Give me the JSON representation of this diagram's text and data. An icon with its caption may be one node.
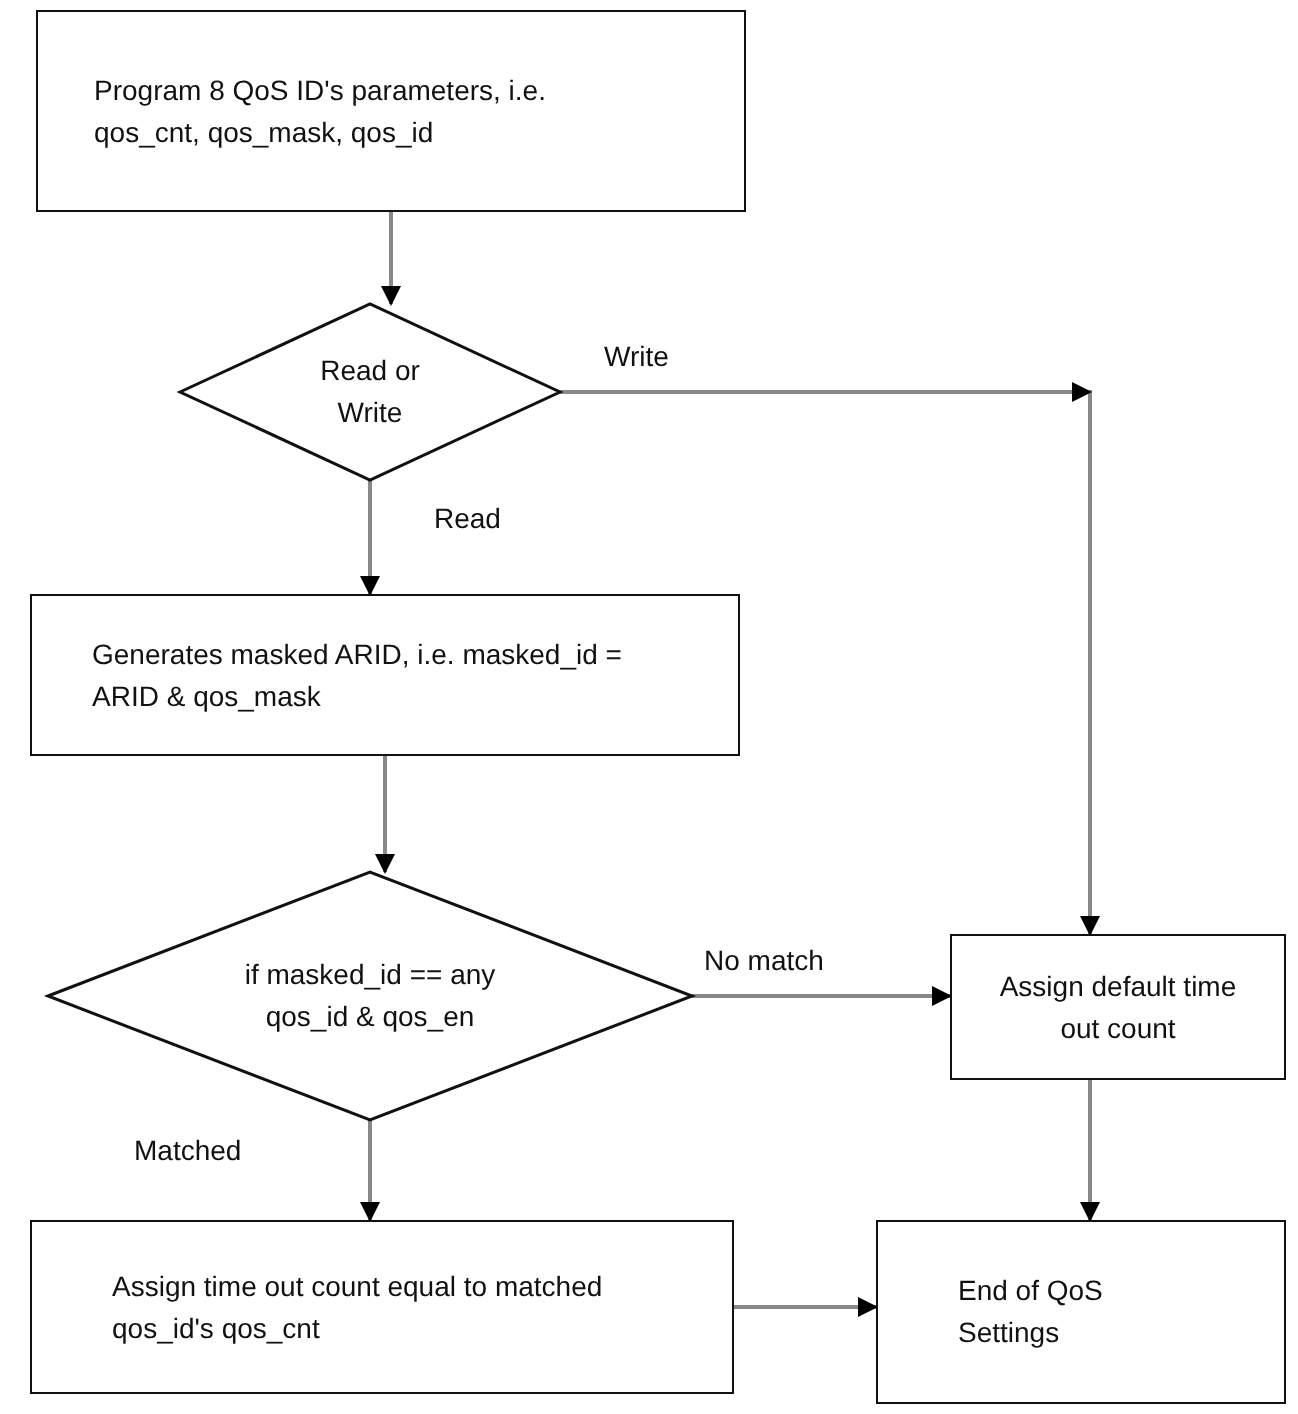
{
  "diagram": {
    "nodes": [
      {
        "text": [
          "Program 8 QoS ID's parameters, i.e. qos_cnt, qos_mask, qos_id"
        ]
      },
      {
        "text": [
          "Read or Write"
        ]
      },
      {
        "text": [
          "Generates masked ARID, i.e. masked_id = ARID & qos_mask"
        ]
      },
      {
        "text": [
          "if masked_id == any qos_id & qos_en"
        ]
      },
      {
        "text": [
          "Assign default time out count"
        ]
      },
      {
        "text": [
          "Assign time out count equal to matched qos_id's qos_cnt"
        ]
      },
      {
        "text": [
          "End of QoS Settings"
        ]
      }
    ],
    "edges": [
      {
        "from": 0,
        "to": 1,
        "arrow": "to"
      },
      {
        "from": 1,
        "to": 4,
        "arrow": "to",
        "label": "Write"
      },
      {
        "from": 1,
        "to": 2,
        "arrow": "to",
        "label": "Read"
      },
      {
        "from": 2,
        "to": 3,
        "arrow": "to"
      },
      {
        "from": 3,
        "to": 4,
        "arrow": "to",
        "label": "No match"
      },
      {
        "from": 3,
        "to": 5,
        "arrow": "to",
        "label": "Matched"
      },
      {
        "from": 4,
        "to": 6,
        "arrow": "to"
      },
      {
        "from": 5,
        "to": 6,
        "arrow": "to"
      }
    ]
  }
}
